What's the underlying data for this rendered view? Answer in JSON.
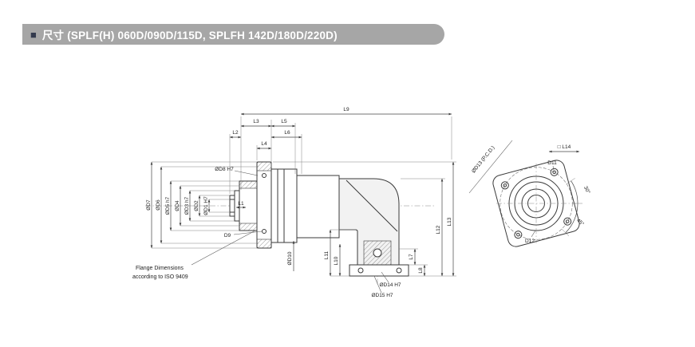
{
  "header": {
    "bullet": "■",
    "title": "尺寸 (SPLF(H) 060D/090D/115D, SPLFH 142D/180D/220D)",
    "bar_color": "#a6a6a6",
    "text_color": "#ffffff",
    "bullet_color": "#333a4d"
  },
  "diagram": {
    "line_color": "#3a3a3a",
    "labels": {
      "l1": "L1",
      "l2": "L2",
      "l3": "L3",
      "l4": "L4",
      "l5": "L5",
      "l6": "L6",
      "l7": "L7",
      "l8": "L8",
      "l9": "L9",
      "l10": "L10",
      "l11": "L11",
      "l12": "L12",
      "l13": "L13",
      "l14": "□ L14",
      "d1": "ØD1 H7",
      "d2": "ØD2",
      "d3": "ØD3 h7",
      "d4": "ØD4",
      "d5": "ØD5 h7",
      "d6": "ØD6",
      "d7": "ØD7",
      "d8": "ØD8 H7",
      "d9": "D9",
      "d10": "ØD10",
      "d11": "D11",
      "d12": "D12",
      "d13": "ØD13 (P.C.D.)",
      "d14": "ØD14 H7",
      "d15": "ØD15 H7",
      "angle30": "30°",
      "angle45": "45°"
    },
    "note": {
      "line1": "Flange Dimensions",
      "line2": "according to ISO 9409"
    }
  }
}
